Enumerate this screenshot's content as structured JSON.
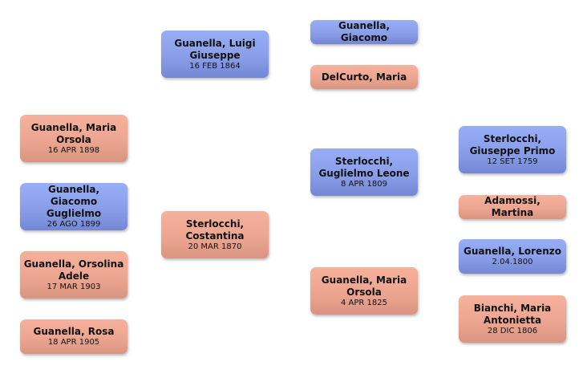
{
  "title": "Family tree",
  "colors": {
    "male": "#8a9ee8",
    "female": "#eca590"
  },
  "people": [
    {
      "id": "guanella-luigi-giuseppe",
      "name": "Guanella, Luigi Giuseppe",
      "date": "16 FEB 1864",
      "sex": "male"
    },
    {
      "id": "guanella-giacomo",
      "name": "Guanella, Giacomo",
      "date": "",
      "sex": "male"
    },
    {
      "id": "delcurto-maria",
      "name": "DelCurto, Maria",
      "date": "",
      "sex": "female"
    },
    {
      "id": "guanella-maria-orsola-1898",
      "name": "Guanella, Maria Orsola",
      "date": "16 APR 1898",
      "sex": "female"
    },
    {
      "id": "guanella-giacomo-guglielmo",
      "name": "Guanella, Giacomo Guglielmo",
      "date": "26 AGO 1899",
      "sex": "male"
    },
    {
      "id": "guanella-orsolina-adele",
      "name": "Guanella, Orsolina Adele",
      "date": "17 MAR 1903",
      "sex": "female"
    },
    {
      "id": "guanella-rosa",
      "name": "Guanella, Rosa",
      "date": "18 APR 1905",
      "sex": "female"
    },
    {
      "id": "sterlocchi-costantina",
      "name": "Sterlocchi, Costantina",
      "date": "20 MAR 1870",
      "sex": "female"
    },
    {
      "id": "sterlocchi-guglielmo-leone",
      "name": "Sterlocchi, Guglielmo Leone",
      "date": "8 APR 1809",
      "sex": "male"
    },
    {
      "id": "guanella-maria-orsola-1825",
      "name": "Guanella, Maria Orsola",
      "date": "4 APR 1825",
      "sex": "female"
    },
    {
      "id": "sterlocchi-giuseppe-primo",
      "name": "Sterlocchi, Giuseppe Primo",
      "date": "12 SET 1759",
      "sex": "male"
    },
    {
      "id": "adamossi-martina",
      "name": "Adamossi, Martina",
      "date": "",
      "sex": "female"
    },
    {
      "id": "guanella-lorenzo",
      "name": "Guanella, Lorenzo",
      "date": "2.04.1800",
      "sex": "male"
    },
    {
      "id": "bianchi-maria-antonietta",
      "name": "Bianchi, Maria Antonietta",
      "date": "28 DIC 1806",
      "sex": "female"
    }
  ]
}
